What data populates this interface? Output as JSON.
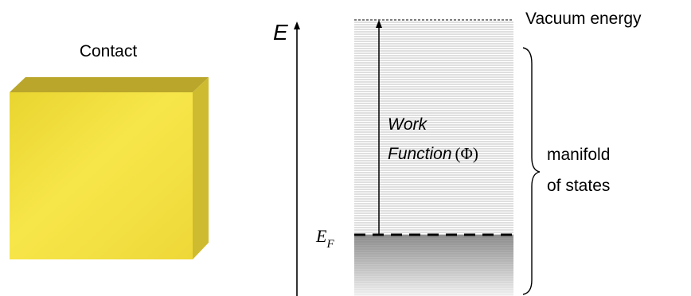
{
  "contact": {
    "label": "Contact",
    "color_front": "#f5e13a",
    "color_top": "#b7a52a",
    "color_side": "#cdb92f"
  },
  "energy_axis": {
    "label": "E"
  },
  "vacuum": {
    "label": "Vacuum energy"
  },
  "work_function": {
    "line1": "Work",
    "line2": "Function",
    "symbol": "(Φ)"
  },
  "manifold": {
    "line1": "manifold",
    "line2": "of states"
  },
  "fermi": {
    "label_main": "E",
    "label_sub": "F"
  },
  "colors": {
    "text": "#000000",
    "stripes": "#9a9a9a",
    "filled_band_top": "#6e6e6e",
    "filled_band_bottom": "#f2f2f2"
  }
}
